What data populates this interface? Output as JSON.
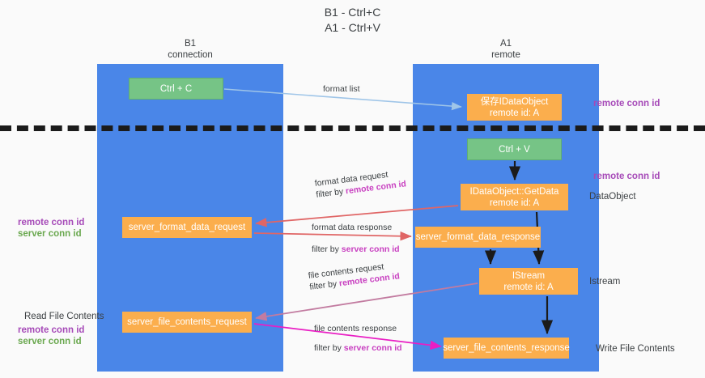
{
  "title": {
    "line1": "B1 - Ctrl+C",
    "line2": "A1 - Ctrl+V"
  },
  "columns": {
    "left": {
      "name": "B1",
      "role": "connection"
    },
    "right": {
      "name": "A1",
      "role": "remote"
    }
  },
  "nodes": {
    "ctrl_c": {
      "label": "Ctrl + C",
      "sub": ""
    },
    "save_idataobject": {
      "label": "保存IDataObject",
      "sub": "remote id: A"
    },
    "ctrl_v": {
      "label": "Ctrl + V",
      "sub": ""
    },
    "getdata": {
      "label": "IDataObject::GetData",
      "sub": "remote id: A"
    },
    "server_format_data_request": {
      "label": "server_format_data_request",
      "sub": ""
    },
    "server_format_data_response": {
      "label": "server_format_data_response",
      "sub": ""
    },
    "istream": {
      "label": "IStream",
      "sub": "remote id: A"
    },
    "server_file_contents_request": {
      "label": "server_file_contents_request",
      "sub": ""
    },
    "server_file_contents_response": {
      "label": "server_file_contents_response",
      "sub": ""
    }
  },
  "edges": {
    "format_list": {
      "line1": "format list",
      "line2": "",
      "filter_prefix": "",
      "filter_id": ""
    },
    "format_data_request": {
      "line1": "format data request",
      "filter_prefix": "filter by ",
      "filter_id": "remote conn id"
    },
    "format_data_response": {
      "line1": "format data response",
      "filter_prefix": "filter by ",
      "filter_id": "server conn id"
    },
    "file_contents_request": {
      "line1": "file contents request",
      "filter_prefix": "filter by ",
      "filter_id": "remote conn id"
    },
    "file_contents_response": {
      "line1": "file contents response",
      "filter_prefix": "filter by ",
      "filter_id": "server conn id"
    }
  },
  "side_labels": {
    "right_remote_conn_1": "remote conn id",
    "right_remote_conn_2": "remote conn id",
    "dataobject": "DataObject",
    "istream": "Istream",
    "write_file_contents": "Write File Contents",
    "read_file_contents": "Read File Contents",
    "left_remote_conn_1": "remote conn id",
    "left_server_conn_1": "server conn id",
    "left_remote_conn_2": "remote conn id",
    "left_server_conn_2": "server conn id"
  },
  "colors": {
    "lane": "#4a86e8",
    "green_node": "#76c486",
    "orange_node": "#fbae4d",
    "purple_id": "#a64ab8",
    "green_id": "#6aa84f",
    "arrow_blue": "#9fc5e8",
    "arrow_red": "#e06666",
    "arrow_magenta": "#c27ba0",
    "arrow_pink": "#e91ec4",
    "arrow_black": "#1b1b1b",
    "background": "#fafafa",
    "text": "#3c4043"
  }
}
